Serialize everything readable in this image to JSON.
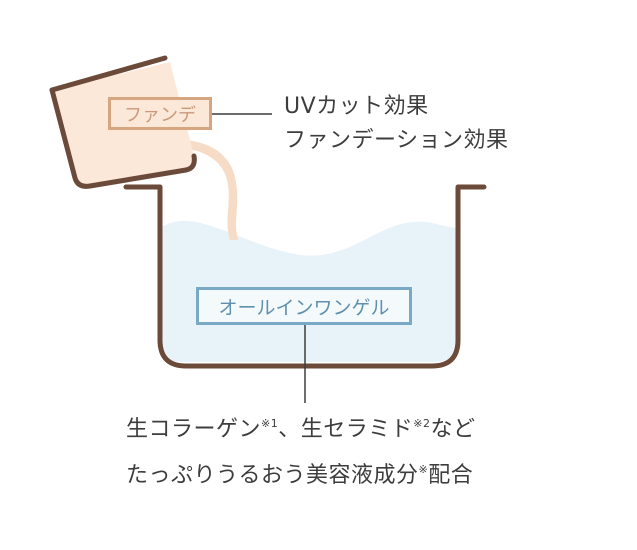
{
  "labels": {
    "fande_box": "ファンデ",
    "fande_effects": [
      "UVカット効果",
      "ファンデーション効果"
    ],
    "gel_box": "オールインワンゲル",
    "ingredients_line1": {
      "part1": "生コラーゲン",
      "note1": "※1",
      "part2": "、生セラミド",
      "note2": "※2",
      "part3": "など"
    },
    "ingredients_line2": {
      "part1": "たっぷりうるおう美容液成分",
      "note": "※",
      "part2": "配合"
    }
  },
  "colors": {
    "outline_brown": "#6b4a3a",
    "fande_border": "#d6a680",
    "fande_fill": "#fbe8d8",
    "gel_border": "#79a9c4",
    "water_fill": "#e8f2f9",
    "pour_stream": "#f6dcc6",
    "text": "#3d3d3d"
  }
}
